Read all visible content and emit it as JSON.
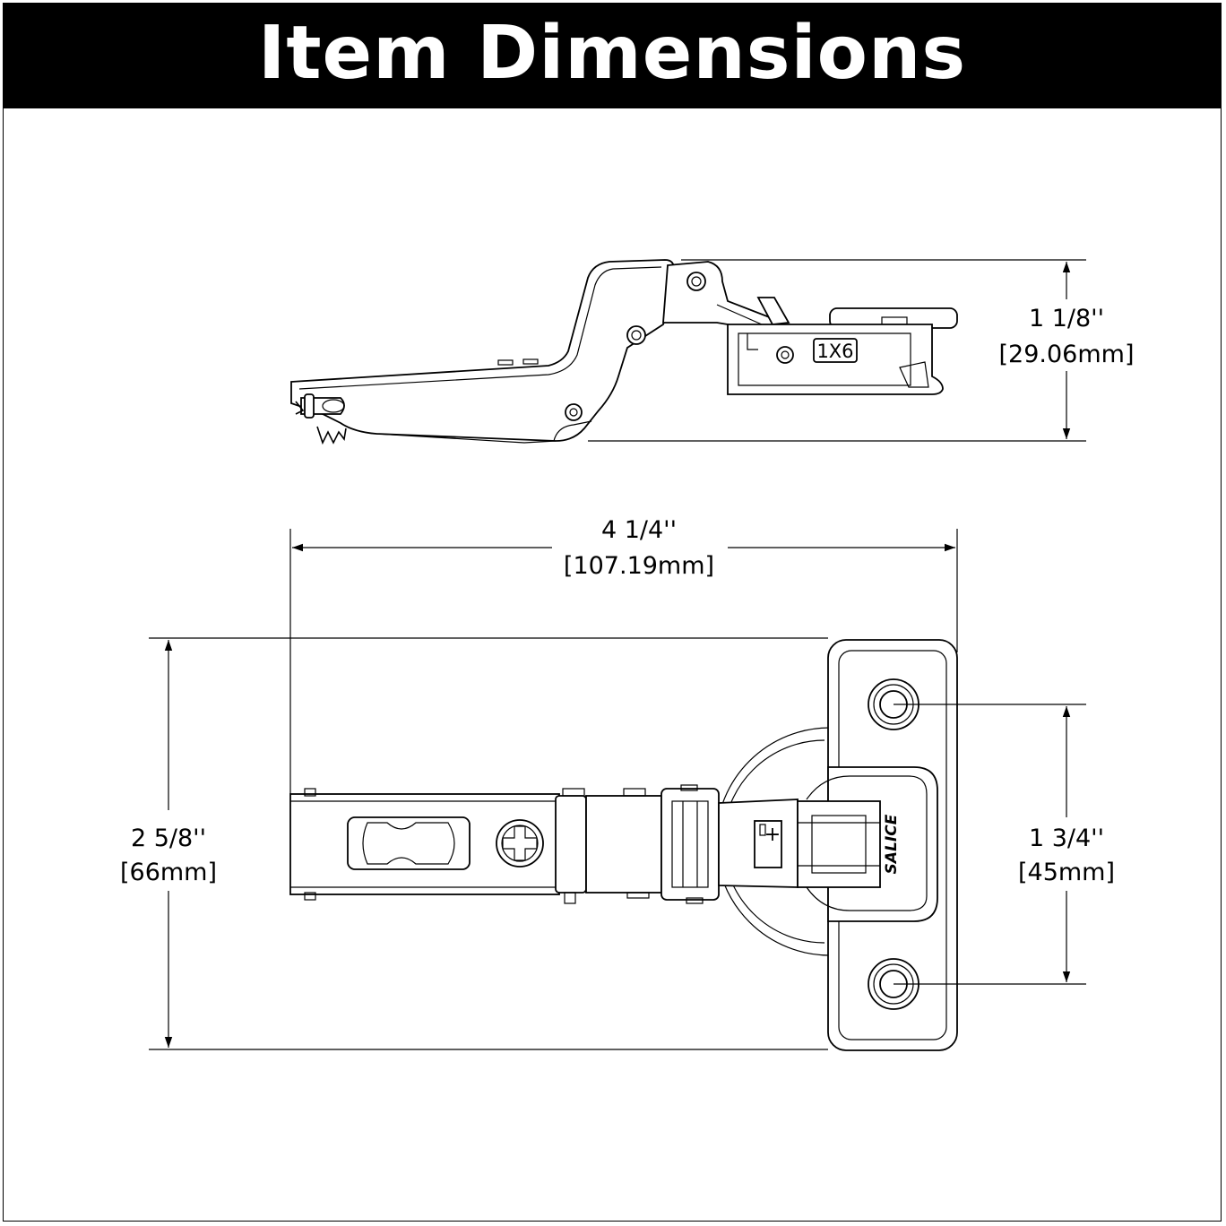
{
  "header": {
    "title": "Item Dimensions"
  },
  "dimensions": {
    "height": {
      "imperial": "1 1/8''",
      "metric": "[29.06mm]"
    },
    "length": {
      "imperial": "4 1/4''",
      "metric": "[107.19mm]"
    },
    "width": {
      "imperial": "2 5/8''",
      "metric": "[66mm]"
    },
    "hole_spacing": {
      "imperial": "1 3/4''",
      "metric": "[45mm]"
    }
  },
  "markings": {
    "side_stamp": "1X6",
    "brand": "SALICE",
    "plus": "+"
  },
  "colors": {
    "line": "#000000",
    "background": "#ffffff",
    "header_bg": "#000000",
    "header_text": "#ffffff"
  }
}
